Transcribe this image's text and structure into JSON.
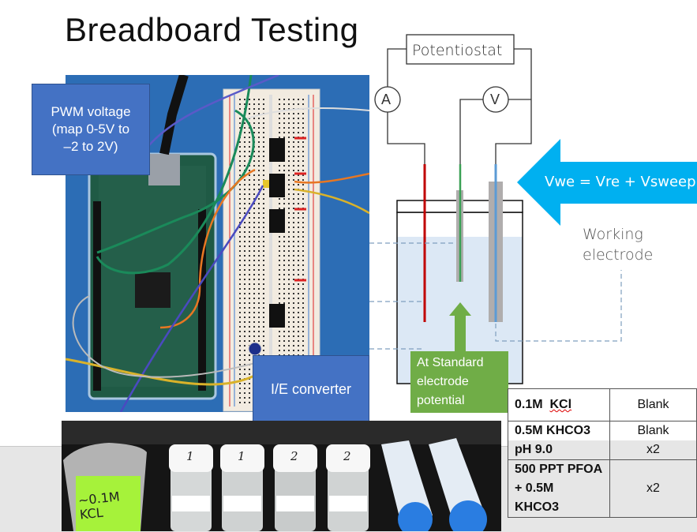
{
  "slide": {
    "title": "Breadboard Testing"
  },
  "callouts": {
    "pwm": "PWM voltage\n(map 0-5V to\n–2 to 2V)",
    "ie_converter": "I/E converter",
    "standard_electrode": "At Standard\nelectrode\npotential"
  },
  "diagram": {
    "potentiostat_label": "Potentiostat",
    "ammeter_label": "A",
    "voltmeter_label": "V",
    "arrow_label": "Vwe = Vre + Vsweep",
    "working_electrode_label": "Working\nelectrode",
    "colors": {
      "counter_electrode": "#c00000",
      "reference_electrode": "#3aa055",
      "working_electrode": "#5b9bd5",
      "electrode_sheath": "#b0adad",
      "solution": "#dce8f5",
      "arrow": "#00b0f0",
      "callout_blue": "#4472c4",
      "callout_green": "#70ad47"
    }
  },
  "sample_table": {
    "rows": [
      {
        "solution": "0.1M  KCl",
        "spellcheck_word": "KCl",
        "replicates": "Blank"
      },
      {
        "solution": "0.5M KHCO3",
        "replicates": "Blank"
      },
      {
        "solution": "pH 9.0",
        "replicates": "x2"
      },
      {
        "solution": "500 PPT PFOA\n+ 0.5M\nKHCO3",
        "replicates": "x2"
      }
    ]
  },
  "photos": {
    "breadboard_alt": "Arduino Mega with breadboard circuit",
    "samples_alt": "Beaker and sample vials",
    "beaker_label": "~0.1M\nKCL",
    "vial_numbers": [
      "1",
      "1",
      "2",
      "2"
    ]
  }
}
